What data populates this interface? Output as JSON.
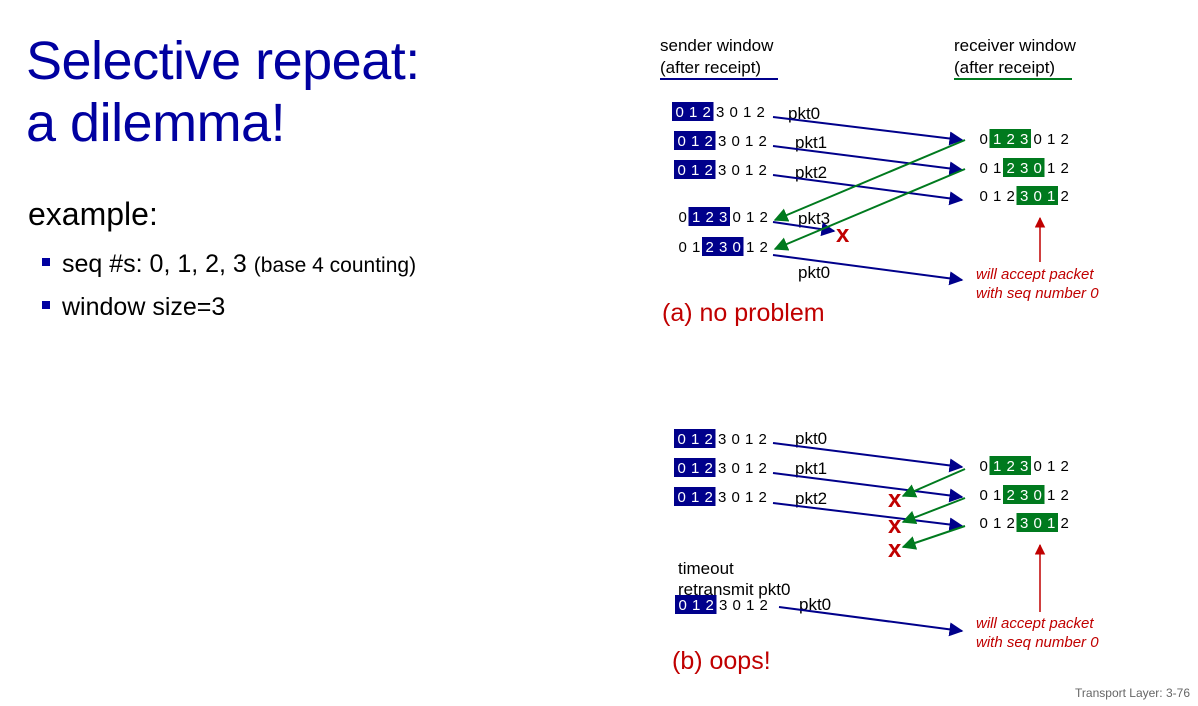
{
  "slide": {
    "title_line1": "Selective repeat:",
    "title_line2": "a dilemma!",
    "example": "example:",
    "bullets": [
      {
        "main": "seq #s: 0, 1, 2, 3 ",
        "small": "(base 4 counting)"
      },
      {
        "main": "window size=3",
        "small": ""
      }
    ],
    "footer": "Transport Layer: 3-76"
  },
  "diagram": {
    "sender_header": [
      "sender window",
      "(after receipt)"
    ],
    "receiver_header": [
      "receiver window",
      "(after receipt)"
    ],
    "seq": [
      "0",
      "1",
      "2",
      "3",
      "0",
      "1",
      "2"
    ],
    "accept_note": [
      "will accept packet",
      "with seq number 0"
    ],
    "timeout_label": [
      "timeout",
      "retransmit pkt0"
    ],
    "caption_a": "(a) no problem",
    "caption_b": "(b) oops!",
    "loss_mark": "x",
    "colors": {
      "sender": "#00008b",
      "receiver": "#007a1e",
      "red": "#c00000"
    },
    "a": {
      "sender_rows": [
        {
          "start": 0,
          "label": "pkt0"
        },
        {
          "start": 0,
          "label": "pkt1"
        },
        {
          "start": 0,
          "label": "pkt2"
        },
        {
          "start": 1,
          "label": "pkt3"
        },
        {
          "start": 2,
          "label": "pkt0"
        }
      ],
      "receiver_rows": [
        {
          "start": 1
        },
        {
          "start": 2
        },
        {
          "start": 3
        }
      ]
    },
    "b": {
      "sender_rows": [
        {
          "start": 0,
          "label": "pkt0"
        },
        {
          "start": 0,
          "label": "pkt1"
        },
        {
          "start": 0,
          "label": "pkt2"
        },
        {
          "start": 0,
          "label": "pkt0"
        }
      ],
      "receiver_rows": [
        {
          "start": 1
        },
        {
          "start": 2
        },
        {
          "start": 3
        }
      ]
    }
  }
}
